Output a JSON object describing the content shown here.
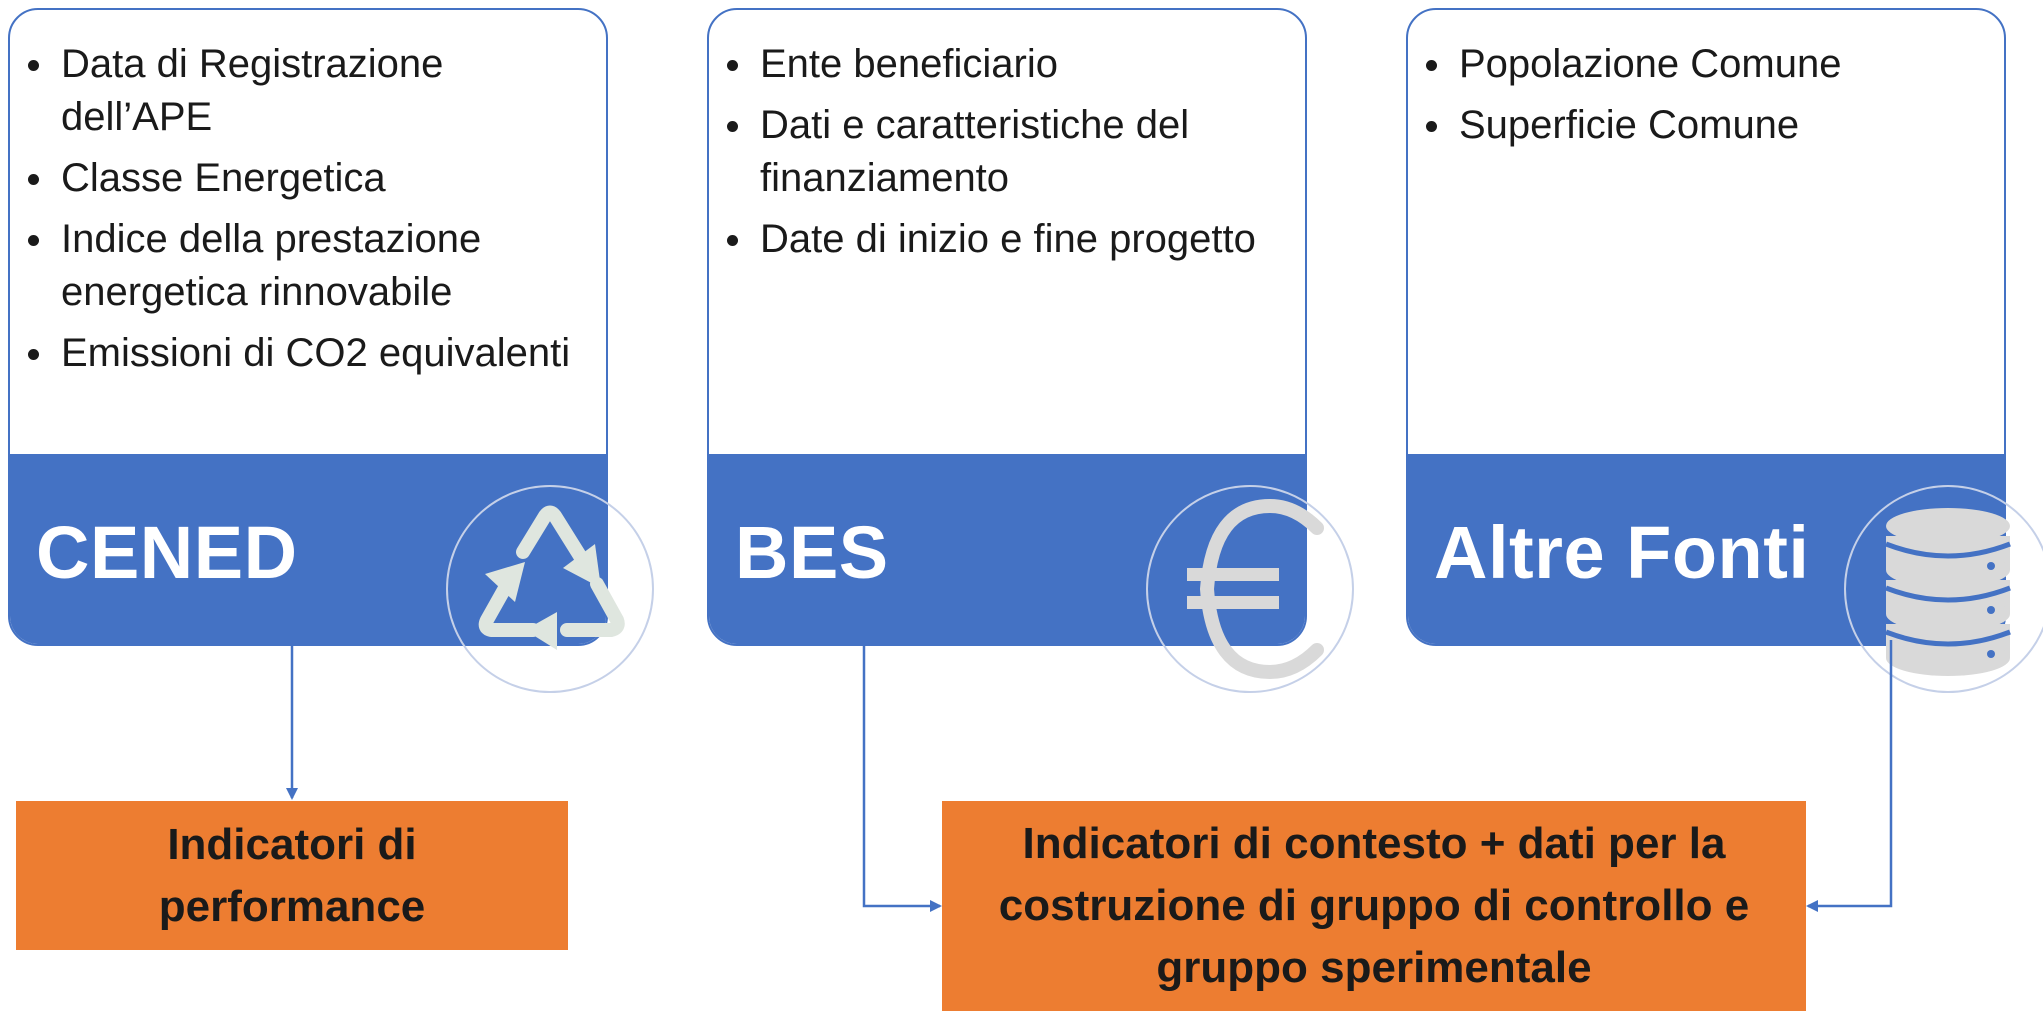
{
  "cards": [
    {
      "title": "CENED",
      "icon": "recycle-icon",
      "bullets": [
        "Data di Registrazione dell’APE",
        "Classe Energetica",
        "Indice della prestazione energetica rinnovabile",
        "Emissioni di CO2 equivalenti"
      ]
    },
    {
      "title": "BES",
      "icon": "euro-icon",
      "bullets": [
        "Ente beneficiario",
        "Dati e caratteristiche del finanziamento",
        "Date di inizio e fine progetto"
      ]
    },
    {
      "title": "Altre Fonti",
      "icon": "database-icon",
      "bullets": [
        "Popolazione Comune",
        "Superficie Comune"
      ]
    }
  ],
  "outputs": {
    "performance": {
      "line1": "Indicatori di",
      "line2": "performance"
    },
    "context": {
      "line1": "Indicatori di contesto + dati per la",
      "line2": "costruzione di gruppo di controllo e",
      "line3": "gruppo sperimentale"
    }
  },
  "colors": {
    "blue": "#4472C4",
    "orange": "#ED7D31",
    "icon_gray": "#d9d9d9",
    "icon_green": "#dfe6df"
  }
}
